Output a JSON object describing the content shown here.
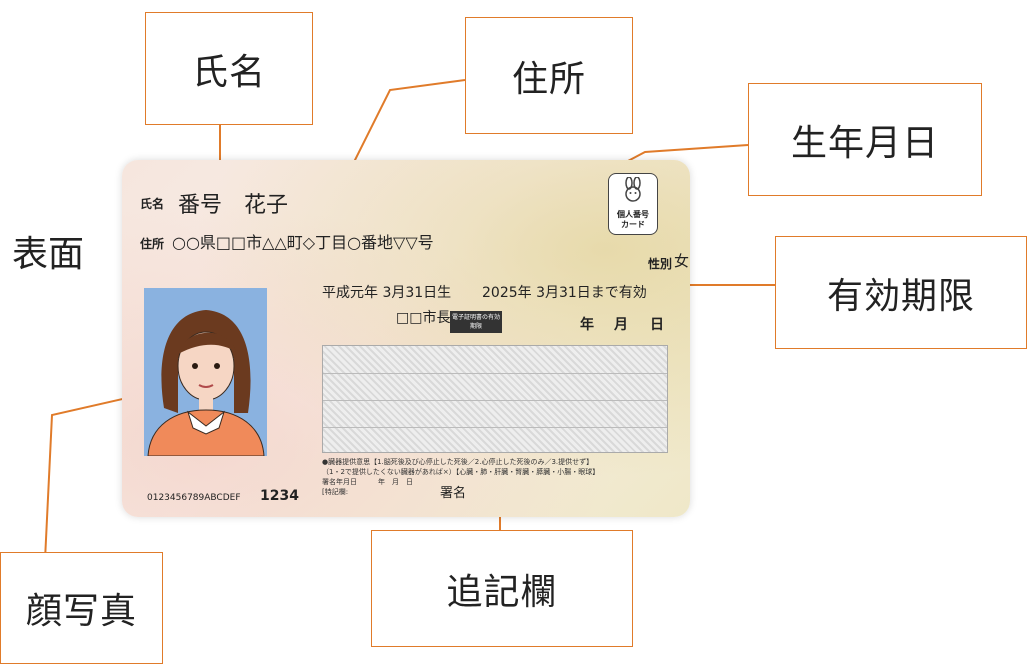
{
  "callouts": {
    "name": "氏名",
    "address": "住所",
    "birthdate": "生年月日",
    "expiry": "有効期限",
    "memo": "追記欄",
    "photo": "顔写真"
  },
  "side_label": "表面",
  "card": {
    "name_label": "氏名",
    "name_value": "番号　花子",
    "address_label": "住所",
    "address_value": "○○県□□市△△町◇丁目○番地▽▽号",
    "logo_text_1": "個人番号",
    "logo_text_2": "カード",
    "sex_label": "性別",
    "sex_value": "女",
    "birth_value": "平成元年 3月31日生",
    "expiry_value": "2025年 3月31日まで有効",
    "issuer": "□□市長",
    "cert_tag": "電子証明書の有効期限",
    "cert_year": "年",
    "cert_month": "月",
    "cert_day": "日",
    "organ_line1": "●臓器提供意思【1.脳死後及び心停止した死後／2.心停止した死後のみ／3.提供せず】",
    "organ_line2": "（1・2で提供したくない臓器があれば×）【心臓・肺・肝臓・腎臓・膵臓・小腸・眼球】",
    "organ_line3": "署名年月日　　　年　月　日",
    "organ_line4": "[特記欄:",
    "signature_label": "署名",
    "card_serial": "0123456789ABCDEF",
    "card_code": "1234"
  },
  "colors": {
    "callout_border": "#e07b2a",
    "leader_line": "#e07b2a",
    "photo_bg": "#8ab2e0"
  }
}
